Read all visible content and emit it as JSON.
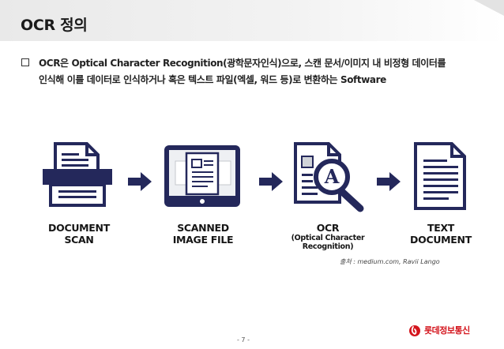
{
  "slide": {
    "title": "OCR 정의",
    "bullet": {
      "line1": "OCR은 Optical Character Recognition(광학문자인식)으로, 스캔 문서/이미지 내 비정형 데이터를",
      "line2": "인식해 이를 데이터로 인식하거나 혹은 텍스트 파일(엑셀, 워드 등)로 변환하는 Software"
    },
    "process": [
      {
        "line1": "DOCUMENT",
        "line2": "SCAN"
      },
      {
        "line1": "SCANNED",
        "line2": "IMAGE FILE"
      },
      {
        "line1": "OCR",
        "line2": "(Optical Character",
        "line3": "Recognition)"
      },
      {
        "line1": "TEXT",
        "line2": "DOCUMENT"
      }
    ],
    "source": "출처 : medium.com, Ravii Lango",
    "page_number": "- 7 -",
    "logo_text": "롯데정보통신"
  },
  "colors": {
    "navy": "#24285b",
    "brand_red": "#d4151d"
  },
  "icons": [
    "scanner-icon",
    "scanned-image-icon",
    "ocr-magnifier-icon",
    "text-document-icon",
    "arrow-right-icon",
    "lotte-logo-icon"
  ]
}
